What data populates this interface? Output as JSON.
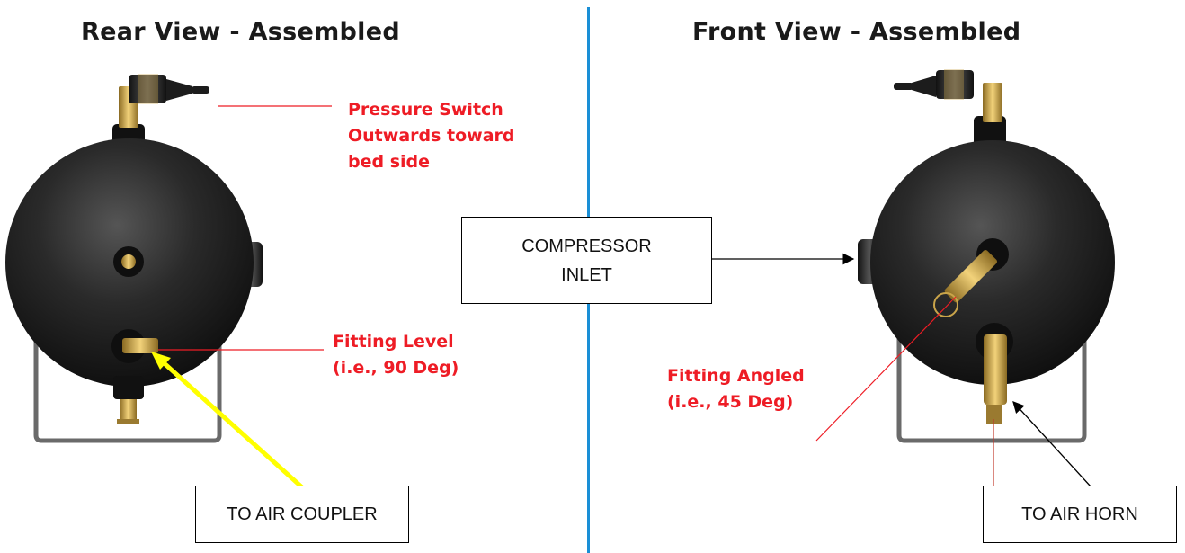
{
  "titles": {
    "rear": "Rear View - Assembled",
    "front": "Front View - Assembled"
  },
  "callouts": {
    "pressure_switch": "Pressure Switch\nOutwards toward\nbed side",
    "fitting_level": "Fitting Level\n(i.e., 90 Deg)",
    "fitting_angled": "Fitting Angled\n(i.e., 45 Deg)"
  },
  "labels": {
    "compressor_inlet": "COMPRESSOR\nINLET",
    "to_air_coupler": "TO AIR COUPLER",
    "to_air_horn": "TO AIR HORN"
  },
  "colors": {
    "callout_red": "#ee1c25",
    "divider_blue": "#1a8fd6",
    "coupler_arrow_yellow": "#ffff00",
    "tank_body": "#1b1b1b",
    "brass": "#c9a44a"
  }
}
